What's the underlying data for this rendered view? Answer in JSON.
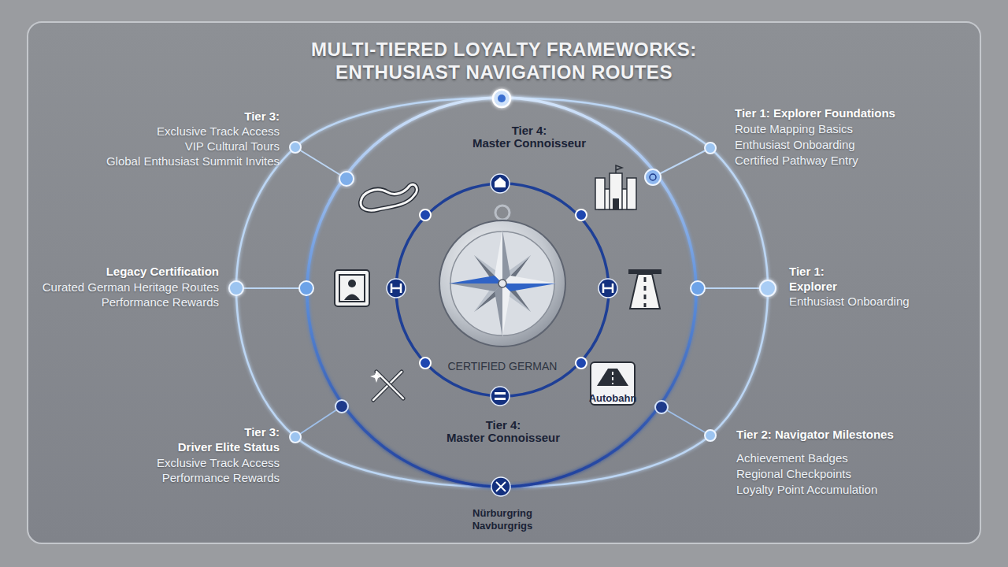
{
  "diagram": {
    "title": "MULTI-TIERED LOYALTY FRAMEWORKS: ENTHUSIAST NAVIGATION ROUTES",
    "labels": [
      "Tier 3:",
      "Exclusive Track Access",
      "VIP Cultural Tours",
      "Global Enthusiast Summit Invites",
      "Tier 4: Master Connoisseur",
      "Tier 1: Explorer Foundations",
      "Route Mapping Basics",
      "Enthusiast Onboarding",
      "Certified Pathway Entry",
      "Legacy Certification",
      "Curated German Heritage Routes",
      "Performance Rewards",
      "Tier 1: Explorer",
      "Enthusiast Onboarding",
      "CERTIFIED GERMAN",
      "Autobahn",
      "Tier 3: Driver Elite Status",
      "Exclusive Track Access",
      "Performance Rewards",
      "Tier 4: Master Connoisseur",
      "Tier 2: Navigator Milestones",
      "Achievement Badges",
      "Regional Checkpoints",
      "Loyalty Point Accumulation",
      "Nürburgring",
      "Navburgrigs"
    ]
  }
}
